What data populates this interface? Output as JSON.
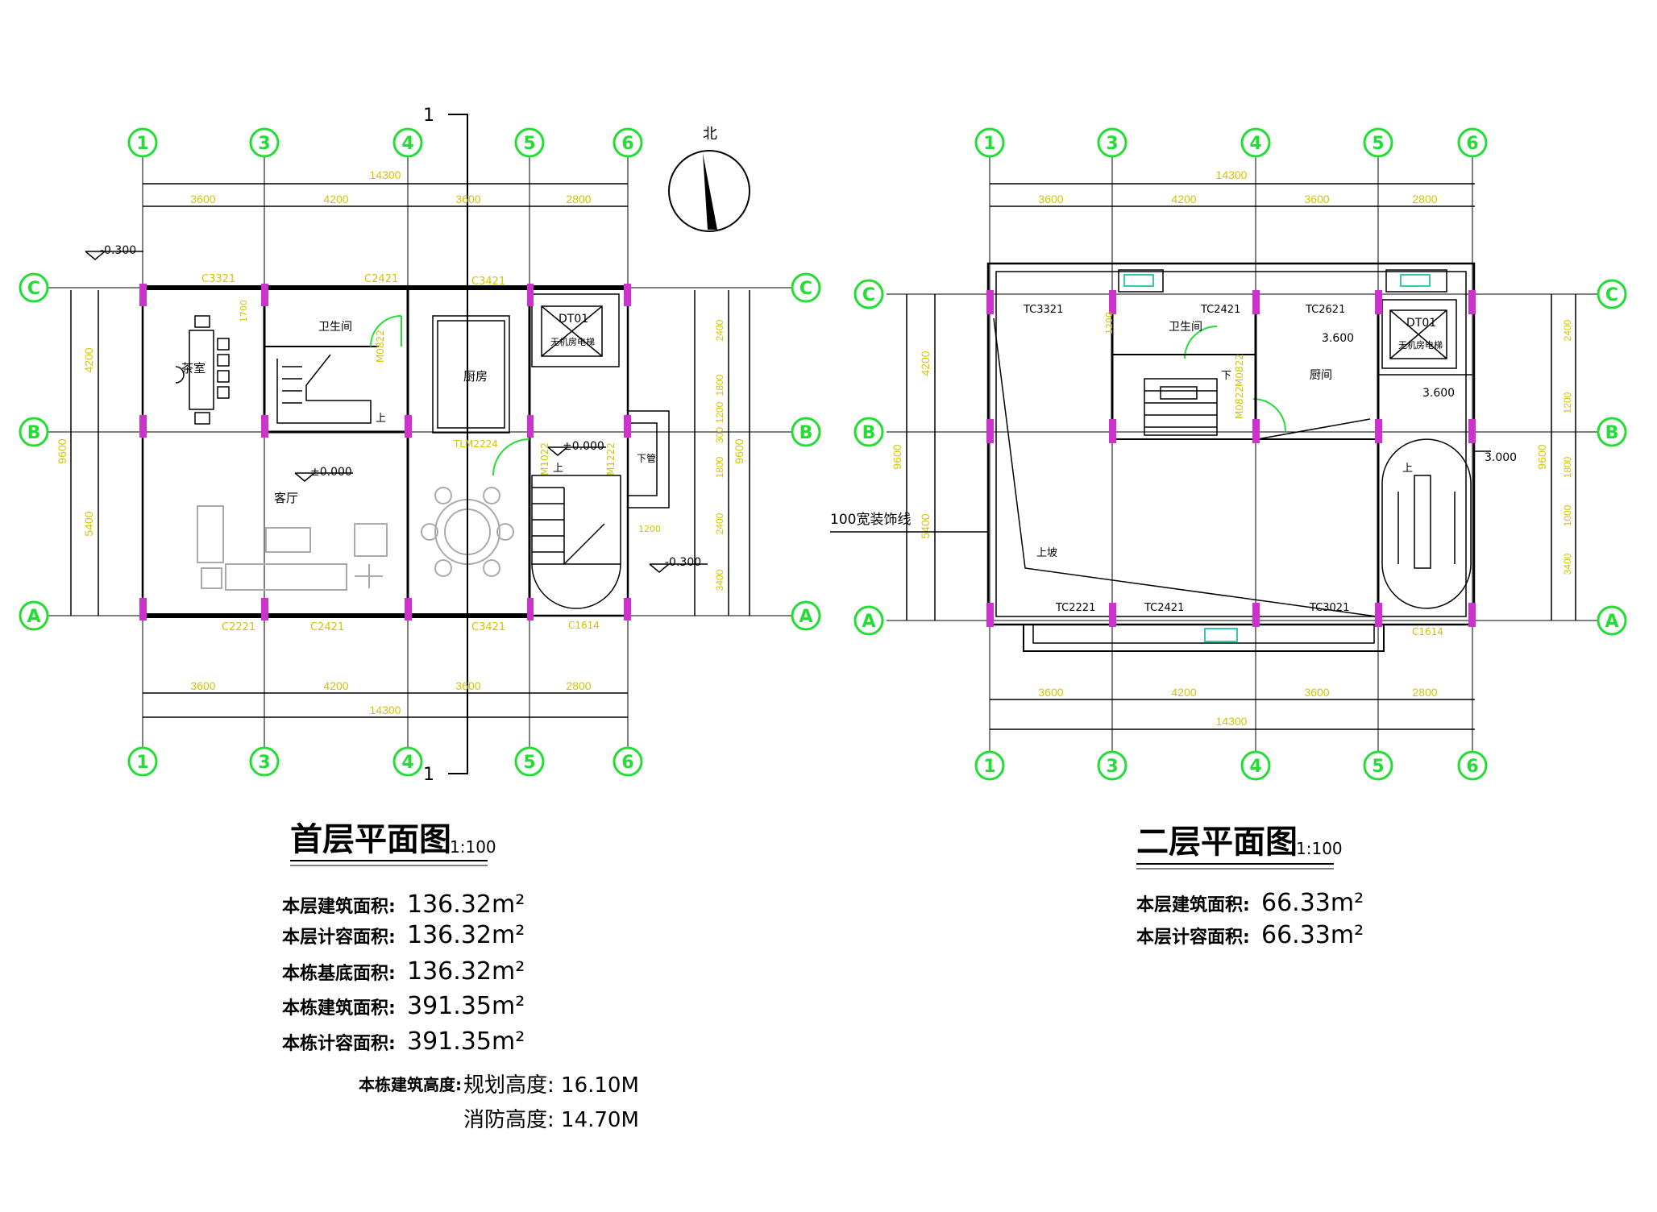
{
  "first_floor": {
    "title": "首层平面图",
    "scale": "1:100",
    "axes_top": [
      "1",
      "3",
      "4",
      "5",
      "6"
    ],
    "axes_side": [
      "C",
      "B",
      "A"
    ],
    "dims_top": [
      "3600",
      "4200",
      "3600",
      "2800"
    ],
    "dim_total": "14300",
    "dims_left": [
      "4200",
      "5400"
    ],
    "dim_left_total": "9600",
    "dims_right": [
      "2400",
      "1800",
      "1200",
      "300",
      "1800",
      "2400",
      "3400"
    ],
    "dim_right_total": "9600",
    "windows_top": [
      "C3321",
      "C2421",
      "C3421"
    ],
    "windows_bottom": [
      "C2221",
      "C2421",
      "C3421",
      "C1614"
    ],
    "doors": [
      "M0822",
      "TLM2224",
      "M1022",
      "M1222"
    ],
    "rooms": {
      "tea": "茶室",
      "wc": "卫生间",
      "kitchen": "厨房",
      "living": "客厅",
      "elevator_code": "DT01",
      "elevator_label": "无机房电梯"
    },
    "marks": {
      "up": "上",
      "down": "下",
      "pipe": "下管",
      "dim_1700": "1700",
      "dim_1200": "1200"
    },
    "levels": [
      "-0.300",
      "±0.000",
      "±0.000",
      "-0.300"
    ],
    "section": "1",
    "north": "北",
    "stats": [
      {
        "label": "本层建筑面积:",
        "value": "136.32m²"
      },
      {
        "label": "本层计容面积:",
        "value": "136.32m²"
      },
      {
        "label": "本栋基底面积:",
        "value": "136.32m²"
      },
      {
        "label": "本栋建筑面积:",
        "value": "391.35m²"
      },
      {
        "label": "本栋计容面积:",
        "value": "391.35m²"
      }
    ],
    "height_label": "本栋建筑高度:",
    "plan_height": "规划高度: 16.10M",
    "fire_height": "消防高度: 14.70M"
  },
  "second_floor": {
    "title": "二层平面图",
    "scale": "1:100",
    "axes_top": [
      "1",
      "3",
      "4",
      "5",
      "6"
    ],
    "axes_side": [
      "C",
      "B",
      "A"
    ],
    "dims_top": [
      "3600",
      "4200",
      "3600",
      "2800"
    ],
    "dim_total": "14300",
    "dims_left": [
      "4200",
      "5400"
    ],
    "dim_left_total": "9600",
    "dims_right": [
      "2400",
      "1200",
      "1800",
      "1000",
      "3400"
    ],
    "dim_right_total": "9600",
    "windows_top": [
      "TC3321",
      "TC2421",
      "TC2621"
    ],
    "windows_bottom": [
      "TC2221",
      "TC2421",
      "TC3021",
      "C1614"
    ],
    "doors": [
      "M0822",
      "M0822"
    ],
    "rooms": {
      "wc": "卫生间",
      "stair_room": "厨间",
      "elevator_code": "DT01",
      "elevator_label": "无机房电梯"
    },
    "marks": {
      "up": "上",
      "down": "下",
      "stair_up": "上坡",
      "dim_1200": "1200"
    },
    "levels": [
      "3.600",
      "3.600",
      "3.000"
    ],
    "note": "100宽装饰线",
    "stats": [
      {
        "label": "本层建筑面积:",
        "value": "66.33m²"
      },
      {
        "label": "本层计容面积:",
        "value": "66.33m²"
      }
    ]
  },
  "colors": {
    "axis": "#22dd33",
    "column": "#cc33cc",
    "dim": "#d4c400",
    "line": "#000000",
    "furniture": "#aaaaaa",
    "ac": "#33ccaa"
  }
}
